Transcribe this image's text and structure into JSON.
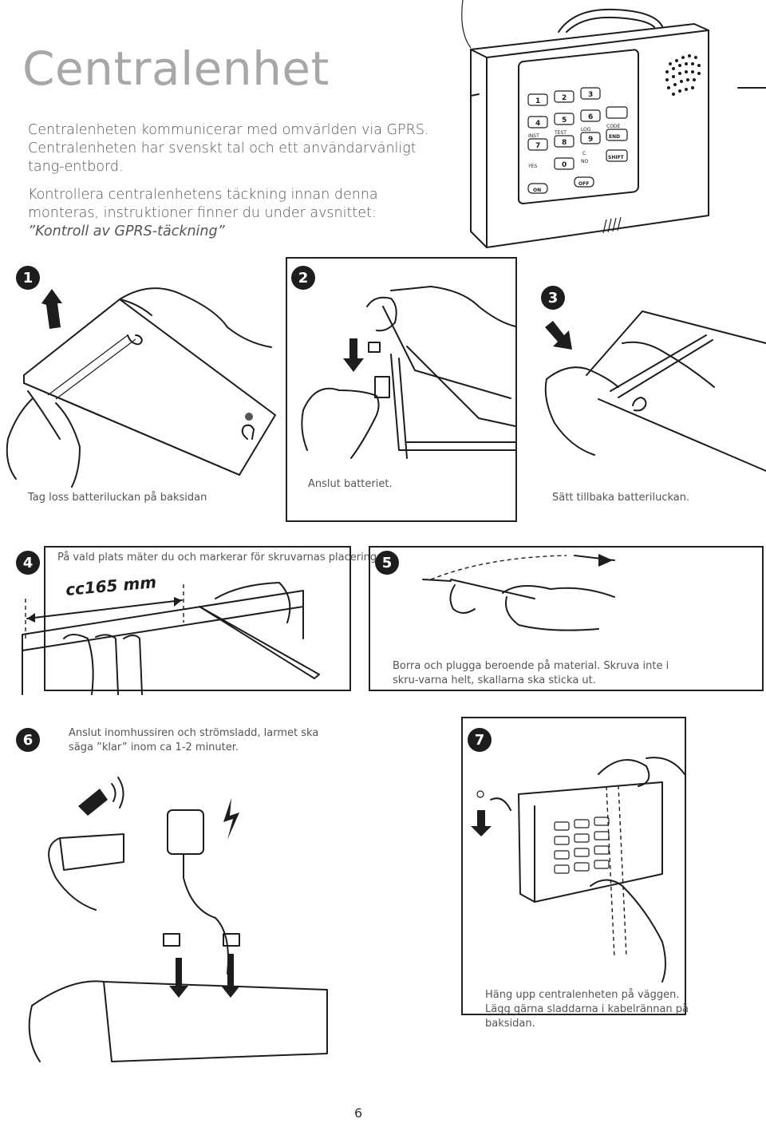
{
  "page": {
    "title": "Centralenhet",
    "intro": {
      "line1": "Centralenheten kommunicerar med omvärlden via GPRS.",
      "line2": "Centralenheten har svenskt tal och ett användarvänligt tang-entbord.",
      "line3": "Kontrollera centralenhetens täckning innan denna monteras, instruktioner finner du under avsnittet:",
      "line4": "”Kontroll av GPRS-täckning”"
    },
    "page_number": "6"
  },
  "keypad": {
    "keys": [
      "1",
      "2",
      "3",
      "4",
      "5",
      "6",
      "7",
      "8",
      "9",
      "0"
    ],
    "labels": {
      "inst": "INST",
      "test": "TEST",
      "log": "LOG",
      "code": "CODE",
      "end": "END",
      "yes": "YES",
      "no": "NO",
      "c": "C",
      "shift": "SHIFT",
      "on": "ON",
      "off": "OFF"
    }
  },
  "steps": [
    {
      "number": "1",
      "caption": "Tag loss batteriluckan på baksidan"
    },
    {
      "number": "2",
      "caption": "Anslut batteriet."
    },
    {
      "number": "3",
      "caption": "Sätt tillbaka batteriluckan."
    },
    {
      "number": "4",
      "caption": "På vald plats mäter du och markerar för skruvarnas placering.",
      "measure": "cc165 mm"
    },
    {
      "number": "5",
      "caption": "Borra och plugga beroende på material. Skruva inte i skru-varna helt, skallarna ska sticka ut."
    },
    {
      "number": "6",
      "caption": "Anslut inomhussiren och strömsladd, larmet ska säga ”klar” inom ca 1-2 minuter."
    },
    {
      "number": "7",
      "caption": "Häng upp centralenheten på väggen. Lägg gärna sladdarna i kabelrännan på baksidan."
    }
  ]
}
